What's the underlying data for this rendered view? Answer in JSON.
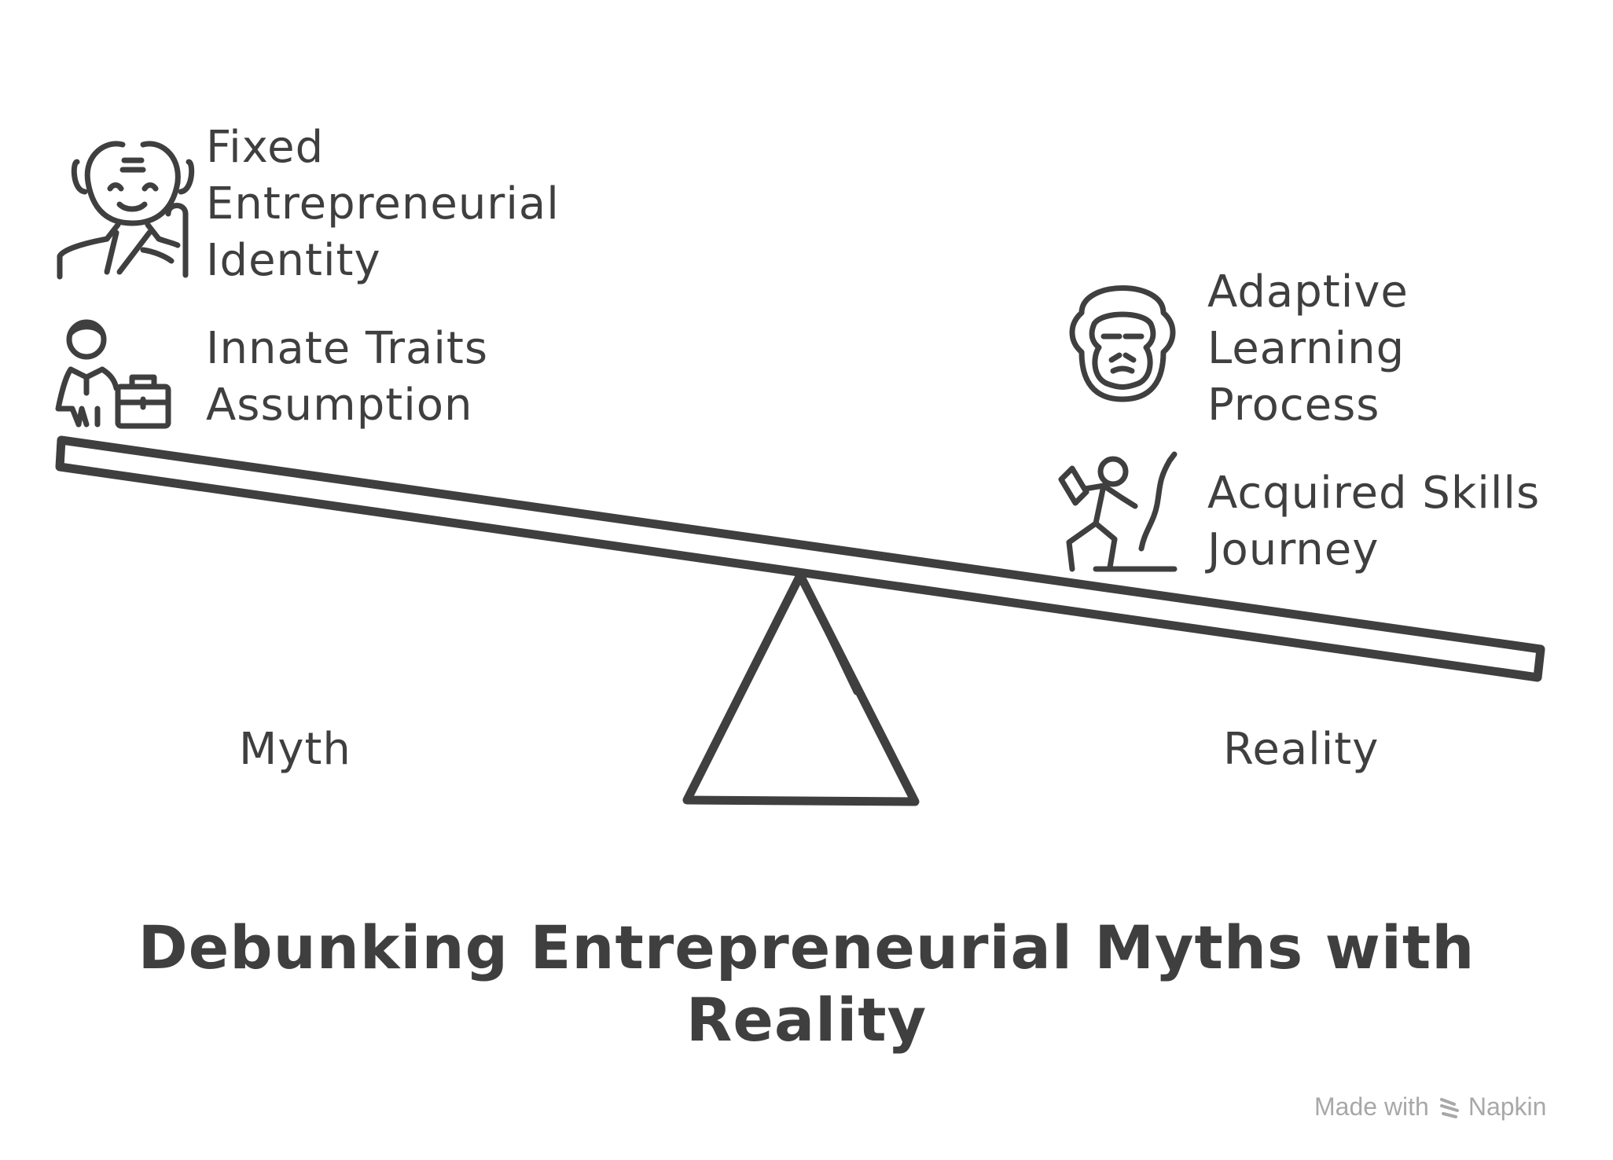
{
  "title": {
    "line1": "Debunking Entrepreneurial Myths with",
    "line2": "Reality"
  },
  "myth": {
    "label": "Myth",
    "items": [
      {
        "icon": "elderly-man-icon",
        "lines": [
          "Fixed",
          "Entrepreneurial",
          "Identity"
        ]
      },
      {
        "icon": "businessperson-briefcase-icon",
        "lines": [
          "Innate Traits",
          "Assumption"
        ]
      }
    ]
  },
  "reality": {
    "label": "Reality",
    "items": [
      {
        "icon": "ape-face-icon",
        "lines": [
          "Adaptive",
          "Learning",
          "Process"
        ]
      },
      {
        "icon": "climber-icon",
        "lines": [
          "Acquired Skills",
          "Journey"
        ]
      }
    ]
  },
  "watermark": {
    "prefix": "Made with",
    "brand": "Napkin",
    "icon": "napkin-logo-icon"
  },
  "colors": {
    "ink": "#3f3f3f",
    "watermark": "#a8a8a8",
    "background": "#ffffff"
  }
}
